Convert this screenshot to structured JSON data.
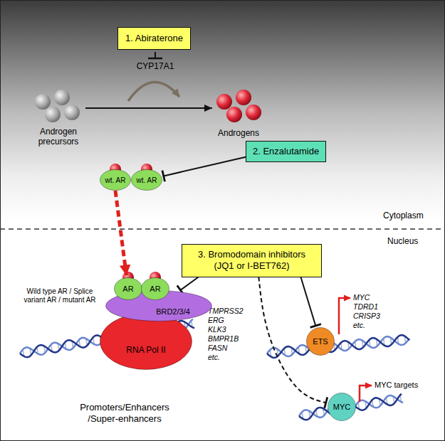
{
  "diagram": {
    "nodes": [
      {
        "text": [
          "1. Abiraterone"
        ]
      },
      {
        "text": [
          "2. Enzalutamide"
        ]
      },
      {
        "text": [
          "wt. AR"
        ]
      },
      {
        "text": [
          "wt. AR"
        ]
      },
      {
        "text": [
          "3. Bromodomain inhibitors (JQ1 or I-BET762)"
        ]
      },
      {
        "text": [
          "AR"
        ]
      },
      {
        "text": [
          "AR"
        ]
      },
      {
        "text": [
          "BRD2/3/4"
        ]
      },
      {
        "text": [
          "RNA Pol II"
        ]
      },
      {
        "text": [
          "ETS"
        ]
      },
      {
        "text": [
          "MYC"
        ]
      }
    ],
    "edges": [
      {
        "from": 1,
        "to": 3,
        "arrow": "to"
      },
      {
        "from": 2,
        "to": 5,
        "arrow": "to"
      },
      {
        "from": 4,
        "to": 7,
        "arrow": "to"
      },
      {
        "from": 4,
        "to": 9,
        "arrow": "to"
      },
      {
        "from": 4,
        "to": 10,
        "arrow": "to"
      }
    ],
    "labels": [
      "CYP17A1",
      "Androgen precursors",
      "Androgens",
      "Cytoplasm",
      "Nucleus",
      "Wild type AR / Splice variant AR / mutant AR",
      "TMPRSS2",
      "ERG",
      "KLK3",
      "BMPR1B",
      "FASN",
      "etc.",
      "MYC",
      "TDRD1",
      "CRISP3",
      "etc.",
      "MYC targets",
      "Promoters/Enhancers /Super-enhancers"
    ]
  }
}
